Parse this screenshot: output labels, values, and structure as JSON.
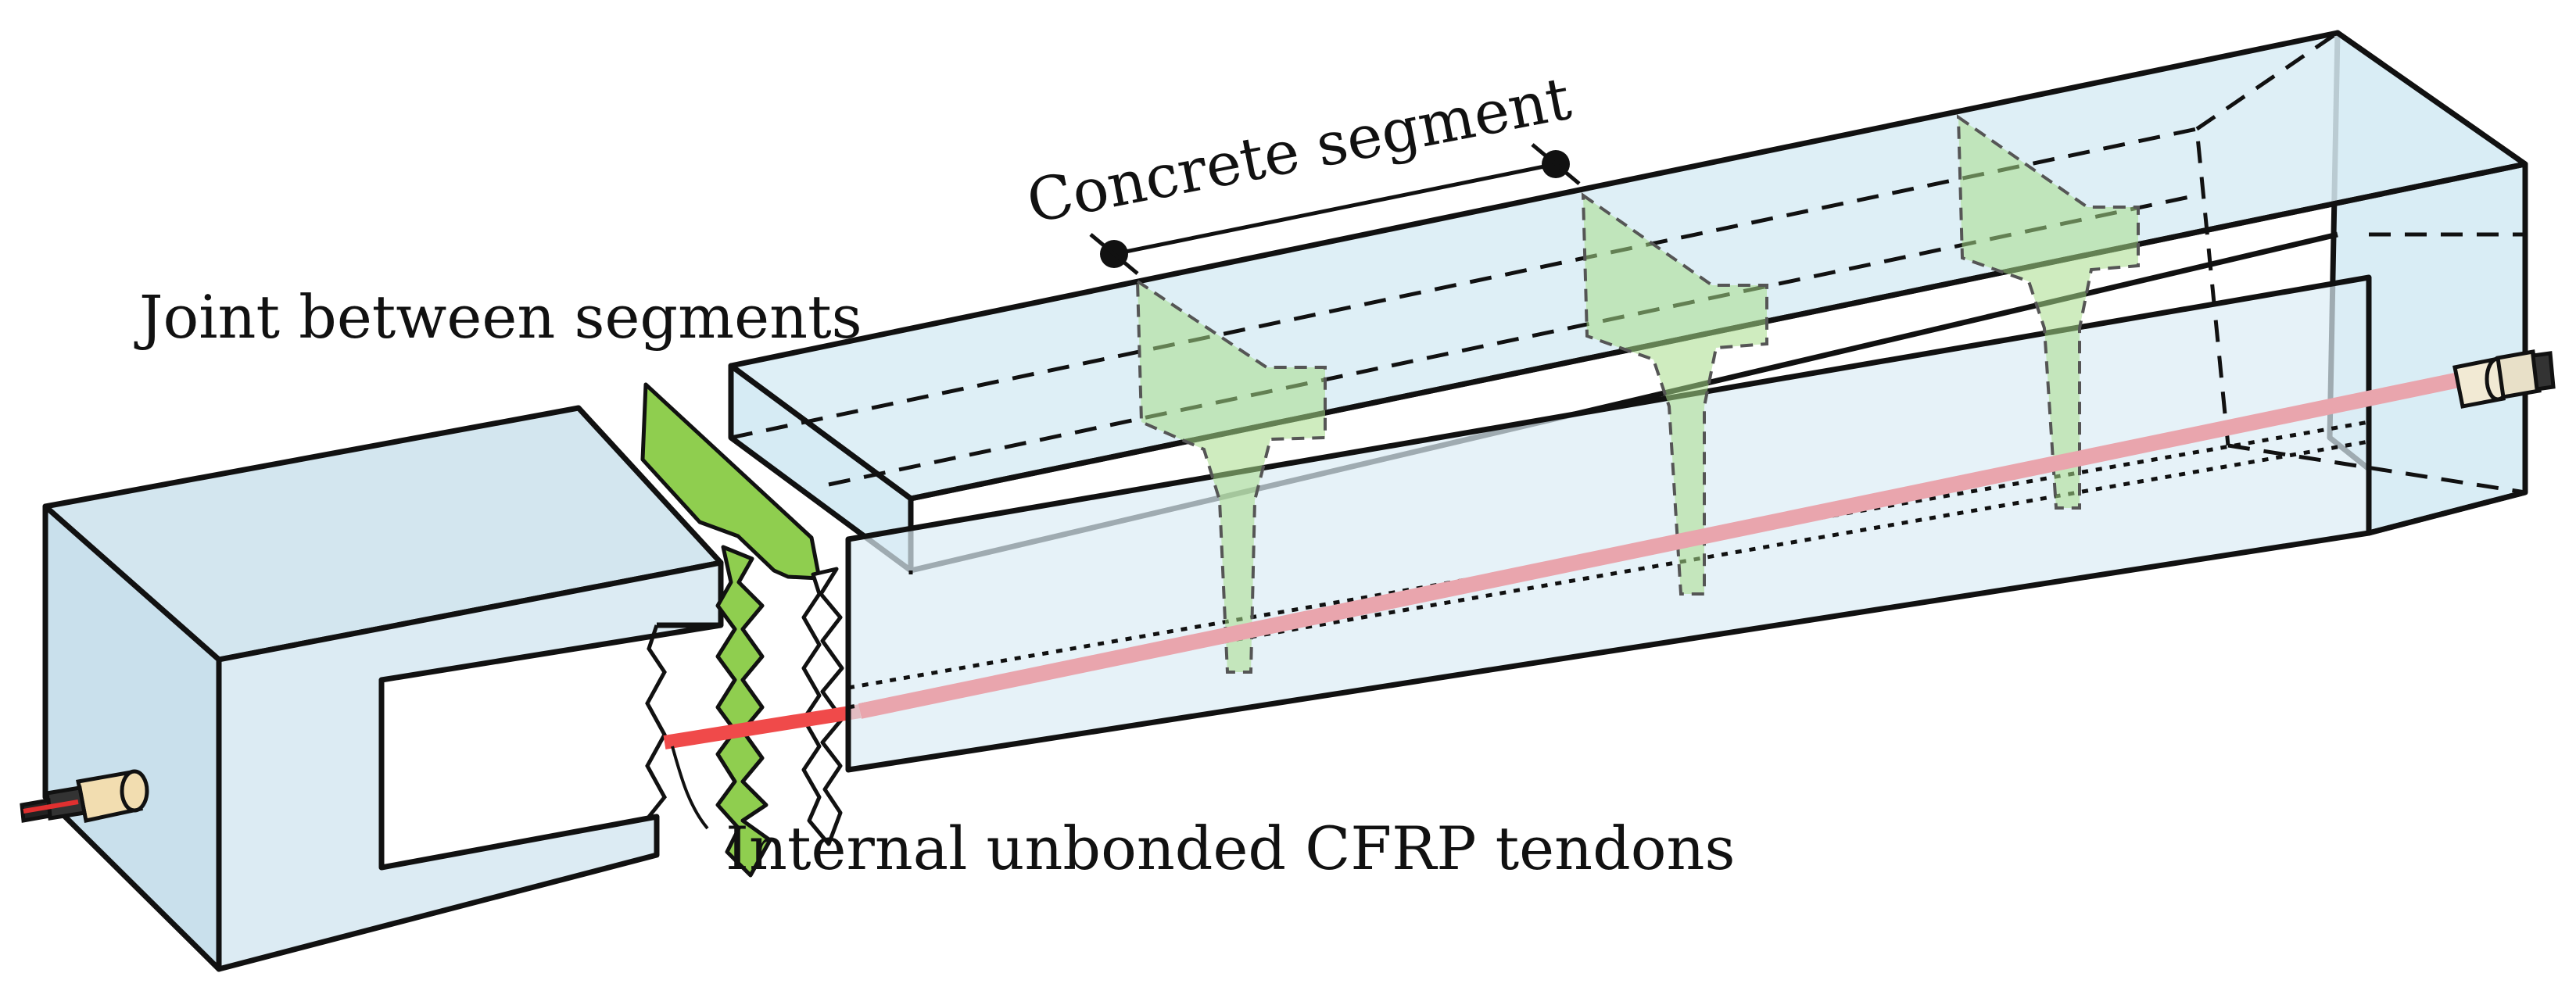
{
  "labels": {
    "concrete_segment": "Concrete segment",
    "joint": "Joint between segments",
    "tendons": "Internal unbonded CFRP tendons"
  },
  "colors": {
    "block_fill": "#dcebf3",
    "transparent_fill": "#cfe8f2",
    "outline": "#111111",
    "joint_green": "#8fce4f",
    "joint_green_light": "#a8dc8a",
    "tendon_red": "#f04a4a",
    "tendon_pink": "#e9a5ad",
    "anchor_tan": "#f2ddb0"
  }
}
